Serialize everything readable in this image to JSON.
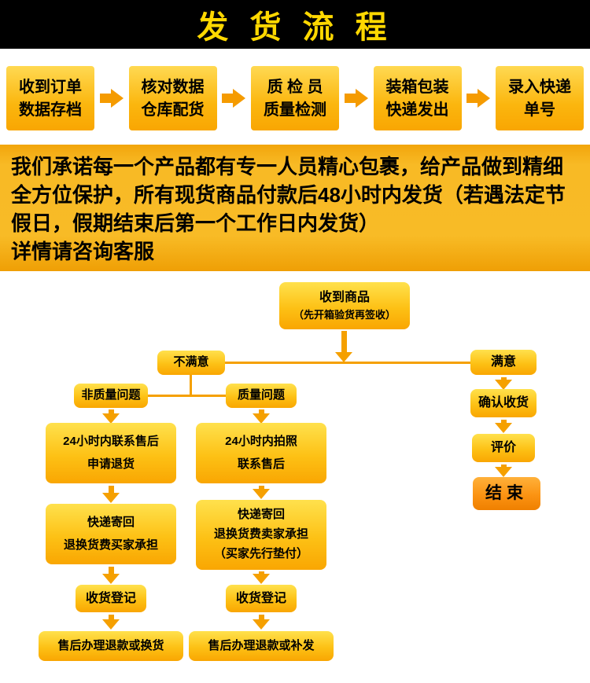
{
  "header": {
    "title": "发 货 流 程"
  },
  "process_steps": [
    {
      "line1": "收到订单",
      "line2": "数据存档"
    },
    {
      "line1": "核对数据",
      "line2": "仓库配货"
    },
    {
      "line1": "质 检 员",
      "line2": "质量检测"
    },
    {
      "line1": "装箱包装",
      "line2": "快递发出"
    },
    {
      "line1": "录入快递",
      "line2": "单号"
    }
  ],
  "promise": {
    "text": "我们承诺每一个产品都有专一人员精心包裹，给产品做到精细全方位保护，所有现货商品付款后48小时内发货（若遇法定节假日，假期结束后第一个工作日内发货）",
    "footer": "详情请咨询客服"
  },
  "flow": {
    "receive": {
      "line1": "收到商品",
      "line2": "（先开箱验货再签收）"
    },
    "unsatisfied": "不满意",
    "satisfied": "满意",
    "branch_left": "非质量问题",
    "branch_mid": "质量问题",
    "left": {
      "step1": {
        "line1": "24小时内联系售后",
        "line2": "申请退货"
      },
      "step2": {
        "line1": "快递寄回",
        "line2": "退换货费买家承担"
      },
      "step3": "收货登记",
      "step4": "售后办理退款或换货"
    },
    "mid": {
      "step1": {
        "line1": "24小时内拍照",
        "line2": "联系售后"
      },
      "step2": {
        "line1": "快递寄回",
        "line2": "退换货费卖家承担",
        "line3": "（买家先行垫付）"
      },
      "step3": "收货登记",
      "step4": "售后办理退款或补发"
    },
    "right": {
      "step1": "确认收货",
      "step2": "评价",
      "end": "结束"
    }
  },
  "icons": {
    "right_arrow": "css-block-arrow-right",
    "down_arrow": "css-block-arrow-down"
  },
  "colors": {
    "banner_bg": "#000000",
    "title_text": "#ffd800",
    "box_gradient_top": "#ffe14d",
    "box_gradient_bottom": "#f9a602",
    "connector": "#f5a000",
    "end_box": "#ef8000",
    "text": "#000000"
  }
}
